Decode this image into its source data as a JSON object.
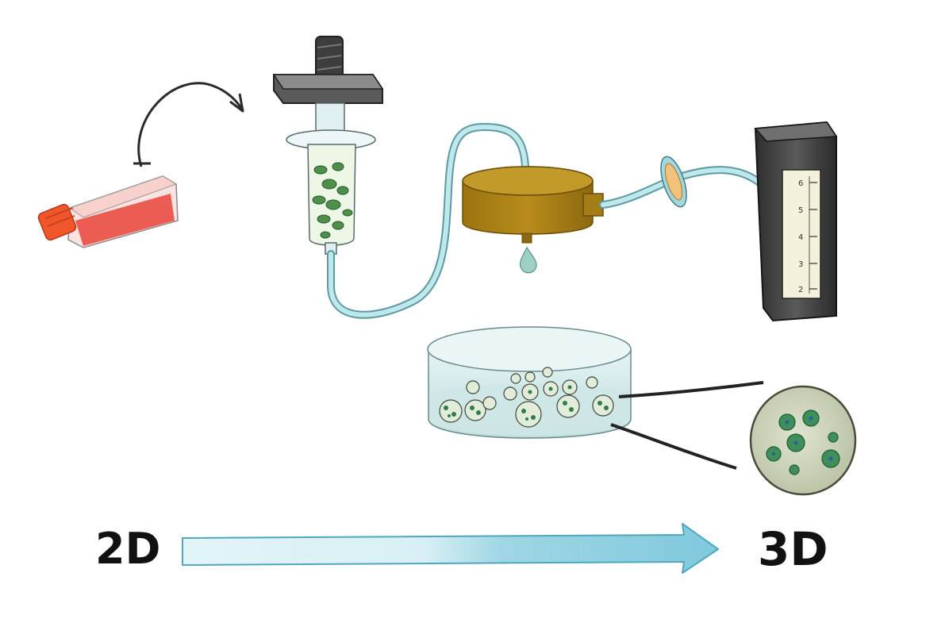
{
  "labels": {
    "start": "2D",
    "end": "3D"
  },
  "flowmeter": {
    "ticks": [
      "6",
      "5",
      "4",
      "3",
      "2"
    ]
  },
  "colors": {
    "flask_media": "#e8453a",
    "flask_cap": "#f0562a",
    "tube": "#9fd8de",
    "pump": "#a77e14",
    "flowmeter_body": "#3a3a3a",
    "dish_liquid": "#cfe6e6",
    "spheroid": "#2f7d48",
    "progress_arrow": "#8fd0e0"
  },
  "icons": [
    "culture-flask-icon",
    "syringe-icon",
    "syringe-pump-icon",
    "nozzle-icon",
    "droplet-icon",
    "filter-icon",
    "flowmeter-icon",
    "petri-dish-icon",
    "magnified-microcapsule-icon",
    "curved-arrow-icon",
    "progress-arrow-icon"
  ]
}
